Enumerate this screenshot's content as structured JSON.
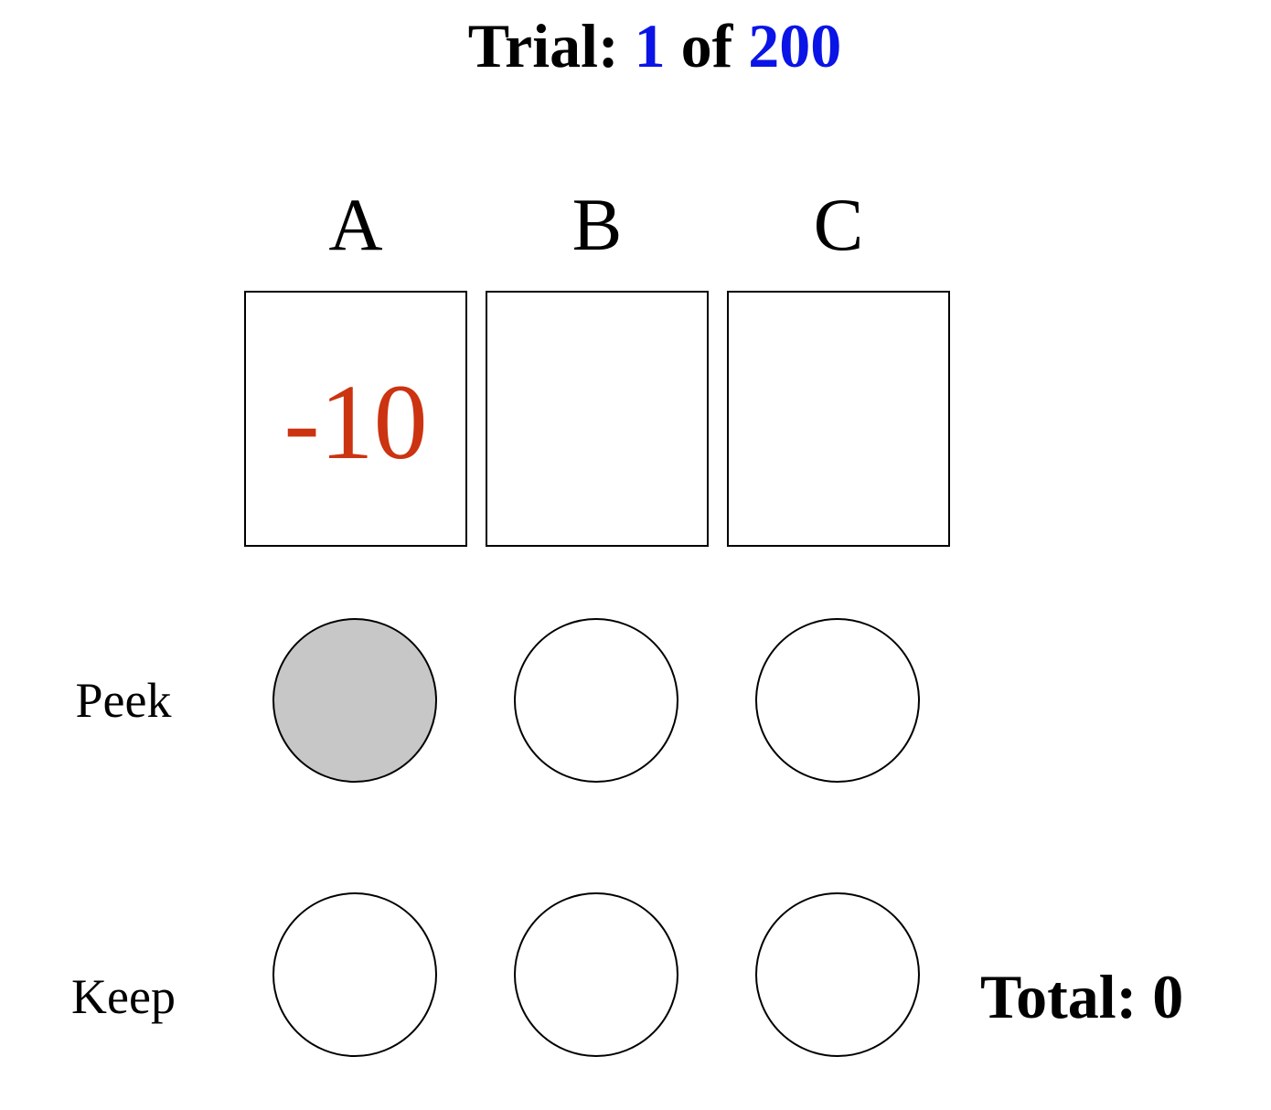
{
  "header": {
    "trial_prefix": "Trial:",
    "current_trial": "1",
    "of_word": "of",
    "total_trials": "200",
    "number_color": "#0a14e6"
  },
  "decks": [
    {
      "label": "A",
      "card_value": "-10",
      "peek_selected": true,
      "keep_selected": false
    },
    {
      "label": "B",
      "card_value": "",
      "peek_selected": false,
      "keep_selected": false
    },
    {
      "label": "C",
      "card_value": "",
      "peek_selected": false,
      "keep_selected": false
    }
  ],
  "rows": {
    "peek_label": "Peek",
    "keep_label": "Keep"
  },
  "total": {
    "text": "Total: 0"
  },
  "colors": {
    "card_value": "#cc3311",
    "selected_circle": "#c8c7c8"
  }
}
